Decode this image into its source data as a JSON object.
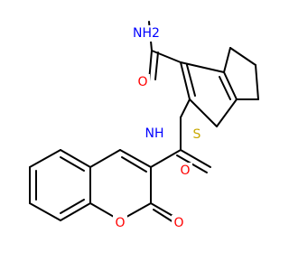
{
  "molecule": {
    "atom_labels": [
      {
        "id": "amide-nh2",
        "text": "NH2",
        "color": "#0000ff"
      },
      {
        "id": "amide-o-top",
        "text": "O",
        "color": "#ff0000"
      },
      {
        "id": "amide-nh",
        "text": "NH",
        "color": "#0000ff"
      },
      {
        "id": "thiophene-s",
        "text": "S",
        "color": "#c8a800"
      },
      {
        "id": "amide-o-mid",
        "text": "O",
        "color": "#ff0000"
      },
      {
        "id": "ring-o",
        "text": "O",
        "color": "#ff0000"
      },
      {
        "id": "lactone-o",
        "text": "O",
        "color": "#ff0000"
      }
    ]
  }
}
